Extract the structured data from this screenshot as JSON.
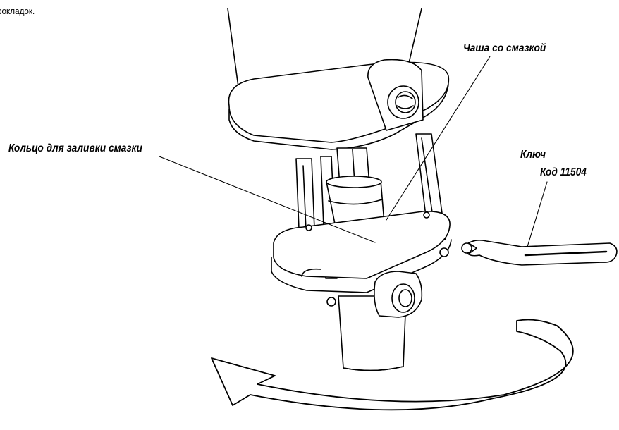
{
  "intro_text": "рокладок.",
  "labels": {
    "grease_bowl": "Чаша со смазкой",
    "fill_ring": "Кольцо для заливки смазки",
    "key": "Ключ",
    "key_code": "Код 11504"
  },
  "colors": {
    "line": "#000000",
    "background": "#ffffff"
  }
}
